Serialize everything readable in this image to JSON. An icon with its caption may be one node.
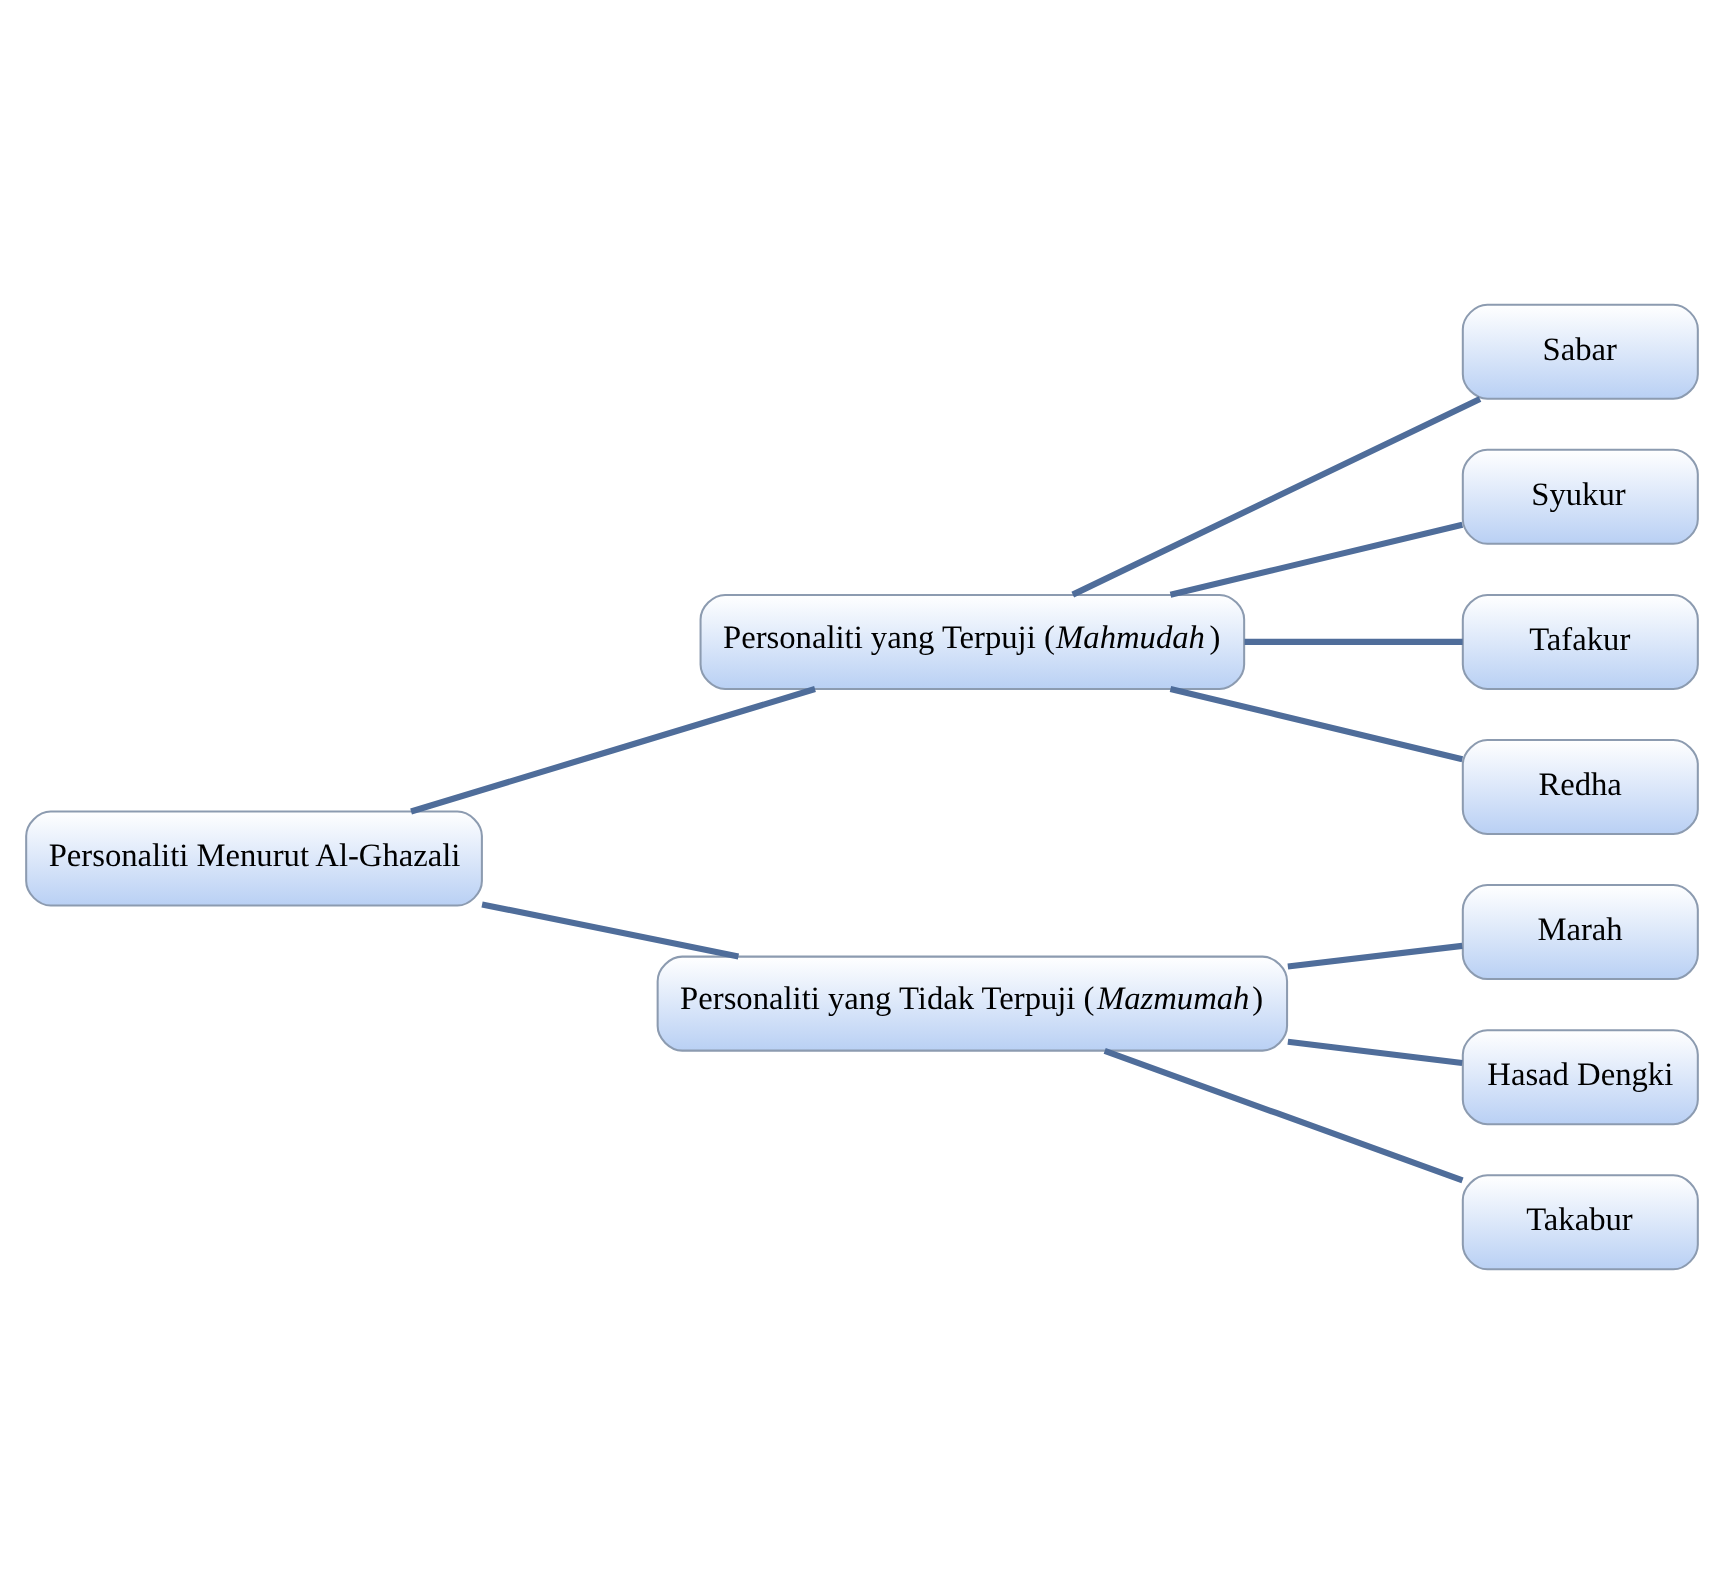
{
  "diagram": {
    "nodes": [
      {
        "text": [
          "Personaliti Menurut Al-Ghazali"
        ]
      },
      {
        "text": [
          "Personaliti yang Terpuji (*Mahmudah*)"
        ]
      },
      {
        "text": [
          "Sabar"
        ]
      },
      {
        "text": [
          "Syukur"
        ]
      },
      {
        "text": [
          "Tafakur"
        ]
      },
      {
        "text": [
          "Redha"
        ]
      },
      {
        "text": [
          "Personaliti yang Tidak Terpuji (*Mazmumah*)"
        ]
      },
      {
        "text": [
          "Marah"
        ]
      },
      {
        "text": [
          "Hasad Dengki"
        ]
      },
      {
        "text": [
          "Takabur"
        ]
      }
    ],
    "edges": [
      {
        "from": 0,
        "to": 1,
        "arrow": "none"
      },
      {
        "from": 0,
        "to": 6,
        "arrow": "none"
      },
      {
        "from": 1,
        "to": 2,
        "arrow": "none"
      },
      {
        "from": 1,
        "to": 3,
        "arrow": "none"
      },
      {
        "from": 1,
        "to": 4,
        "arrow": "none"
      },
      {
        "from": 1,
        "to": 5,
        "arrow": "none"
      },
      {
        "from": 6,
        "to": 7,
        "arrow": "none"
      },
      {
        "from": 6,
        "to": 8,
        "arrow": "none"
      },
      {
        "from": 6,
        "to": 9,
        "arrow": "none"
      }
    ]
  }
}
